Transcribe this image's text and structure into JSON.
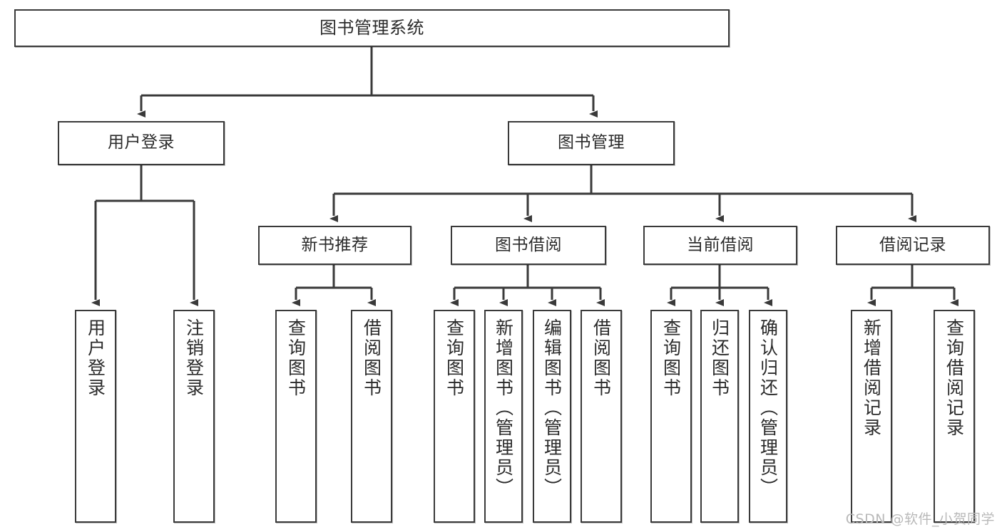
{
  "diagram": {
    "title": "图书管理系统",
    "type": "tree",
    "root": {
      "label": "图书管理系统"
    },
    "level2": [
      {
        "id": "user-login",
        "label": "用户登录"
      },
      {
        "id": "book-manage",
        "label": "图书管理"
      }
    ],
    "level3": [
      {
        "id": "new-book-recommend",
        "label": "新书推荐",
        "parent": "book-manage"
      },
      {
        "id": "book-borrow",
        "label": "图书借阅",
        "parent": "book-manage"
      },
      {
        "id": "current-borrow",
        "label": "当前借阅",
        "parent": "book-manage"
      },
      {
        "id": "borrow-record",
        "label": "借阅记录",
        "parent": "book-manage"
      }
    ],
    "leaves": [
      {
        "id": "leaf-user-login",
        "label": "用户登录",
        "parent": "user-login"
      },
      {
        "id": "leaf-logout-login",
        "label": "注销登录",
        "parent": "user-login"
      },
      {
        "id": "leaf-query-book-1",
        "label": "查询图书",
        "parent": "new-book-recommend"
      },
      {
        "id": "leaf-borrow-book-1",
        "label": "借阅图书",
        "parent": "new-book-recommend"
      },
      {
        "id": "leaf-query-book-2",
        "label": "查询图书",
        "parent": "book-borrow"
      },
      {
        "id": "leaf-add-book",
        "label": "新增图书（管理员）",
        "parent": "book-borrow"
      },
      {
        "id": "leaf-edit-book",
        "label": "编辑图书（管理员）",
        "parent": "book-borrow"
      },
      {
        "id": "leaf-borrow-book-2",
        "label": "借阅图书",
        "parent": "book-borrow"
      },
      {
        "id": "leaf-query-book-3",
        "label": "查询图书",
        "parent": "current-borrow"
      },
      {
        "id": "leaf-return-book",
        "label": "归还图书",
        "parent": "current-borrow"
      },
      {
        "id": "leaf-confirm-return",
        "label": "确认归还（管理员）",
        "parent": "current-borrow"
      },
      {
        "id": "leaf-add-record",
        "label": "新增借阅记录",
        "parent": "borrow-record"
      },
      {
        "id": "leaf-query-record",
        "label": "查询借阅记录",
        "parent": "borrow-record"
      }
    ]
  },
  "watermark": {
    "text": "CSDN @软件_小贺同学"
  },
  "colors": {
    "border": "#3a3a3a",
    "text": "#2b2b2b",
    "background": "#ffffff",
    "edge": "#3a3a3a",
    "watermark": "#b9b9b9"
  }
}
